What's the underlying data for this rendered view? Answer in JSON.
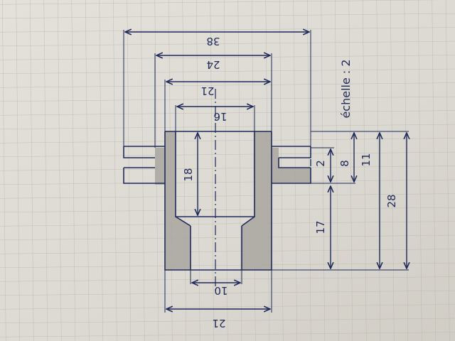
{
  "drawing": {
    "scale_label": "échelle : 2",
    "dimensions": {
      "outer_width": "38",
      "mid_width": "24",
      "inner_width": "21",
      "bore_width": "16",
      "bore_depth": "18",
      "lower_height": "17",
      "slot_height": "8",
      "slot_gap": "2",
      "flange_height": "11",
      "total_height": "28",
      "bottom_bore": "10",
      "base_width": "21"
    }
  }
}
